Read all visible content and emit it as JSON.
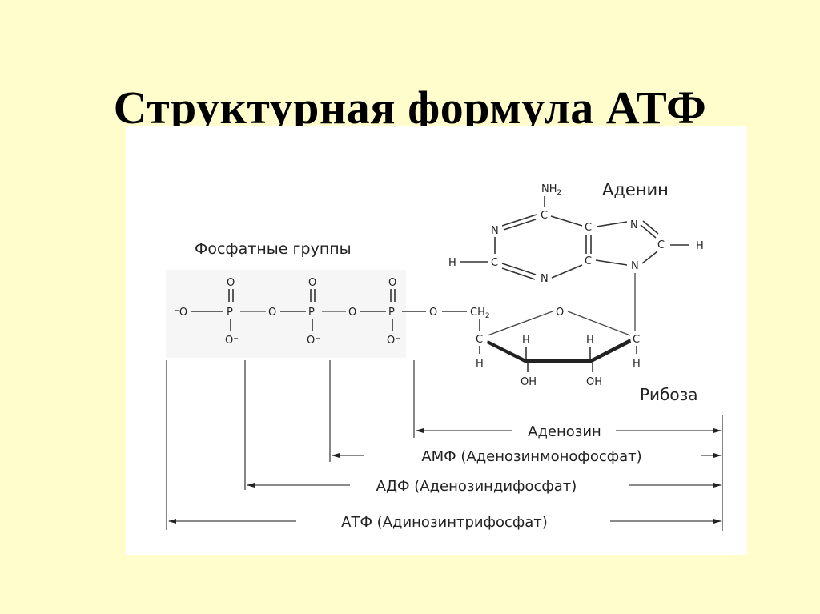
{
  "slide": {
    "title": "Структурная формула АТФ",
    "background_color": "#FFFDCB",
    "panel_color": "#FFFFFF"
  },
  "labels": {
    "adenine": "Аденин",
    "phosphate_groups": "Фосфатные группы",
    "ribose": "Рибоза"
  },
  "atoms": {
    "nh2": "NH",
    "nh2_sub": "2",
    "ch2": "CH",
    "ch2_sub": "2",
    "c": "C",
    "n": "N",
    "h": "H",
    "o": "O",
    "p": "P",
    "oh": "OH",
    "o_minus": "O⁻",
    "minus_o": "⁻O"
  },
  "brackets": [
    {
      "id": "adenosine",
      "label": "Аденозин"
    },
    {
      "id": "amp",
      "label": "АМФ (Аденозинмонофосфат)"
    },
    {
      "id": "adp",
      "label": "АДФ (Аденозиндифосфат)"
    },
    {
      "id": "atp",
      "label": "АТФ (Адинозинтрифосфат)"
    }
  ]
}
